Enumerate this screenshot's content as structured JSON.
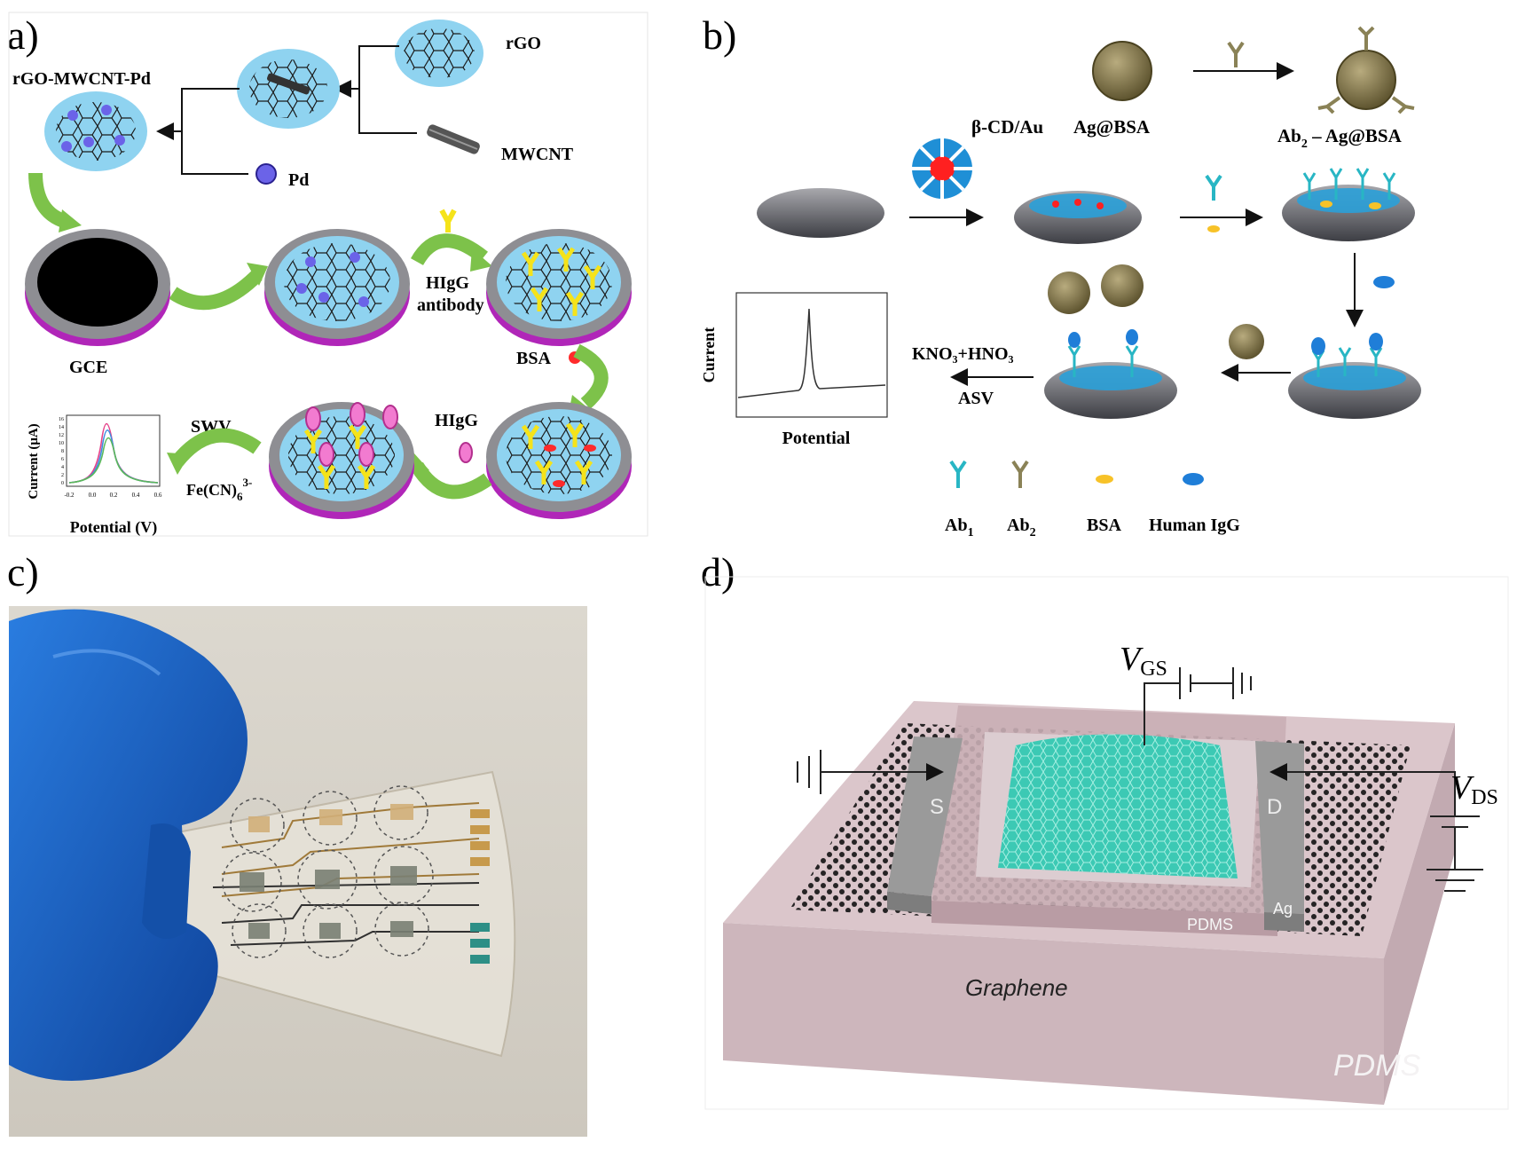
{
  "panels": {
    "a": {
      "letter": "a)",
      "labels": {
        "rgo_mwcnt_pd": "rGO-MWCNT-Pd",
        "rgo": "rGO",
        "mwcnt": "MWCNT",
        "pd": "Pd",
        "gce": "GCE",
        "higg_antibody_1": "HIgG",
        "higg_antibody_2": "antibody",
        "bsa": "BSA",
        "higg": "HIgG",
        "swv": "SWV",
        "ferricyanide": "Fe(CN)",
        "ferricyanide_sub": "6",
        "ferricyanide_sup": "3-"
      },
      "inset": {
        "xlabel": "Potential (V)",
        "ylabel": "Current  (μA)",
        "xticks": [
          "-0.2",
          "0.0",
          "0.2",
          "0.4",
          "0.6"
        ],
        "yticks": [
          "16",
          "14",
          "12",
          "10",
          "8",
          "6",
          "4",
          "2",
          "0"
        ]
      }
    },
    "b": {
      "letter": "b)",
      "labels": {
        "beta_cd_au": "β-CD/Au",
        "ag_bsa": "Ag@BSA",
        "ab2_ag_bsa_main": "Ab",
        "ab2_ag_bsa_sub": "2",
        "ab2_ag_bsa_rest": " – Ag@BSA",
        "kno3_hno3": "KNO₃+HNO₃",
        "asv": "ASV"
      },
      "inset": {
        "xlabel": "Potential",
        "ylabel": "Current"
      },
      "legend": {
        "ab1": "Ab",
        "ab1_sub": "1",
        "ab2": "Ab",
        "ab2_sub": "2",
        "bsa": "BSA",
        "human_igg": "Human IgG"
      }
    },
    "c": {
      "letter": "c)"
    },
    "d": {
      "letter": "d)",
      "labels": {
        "vgs": "V",
        "vgs_sub": "GS",
        "vds": "V",
        "vds_sub": "DS",
        "source": "S",
        "drain": "D",
        "pdms_inner": "PDMS",
        "ag": "Ag",
        "graphene": "Graphene",
        "pdms_outer": "PDMS"
      }
    }
  },
  "colors": {
    "electrode_gray": "#8e8e93",
    "electrode_purple": "#b026b8",
    "film_blue": "#8fd3f0",
    "arrow_green": "#7dc24a",
    "antibody_yellow": "#f5e31a",
    "bsa_red": "#ff2b2b",
    "higg_pink": "#f27bd0",
    "glove_blue": "#1d66c8",
    "gel_teal": "#3cc9b4",
    "pdms_pink": "#d9c3c8"
  }
}
